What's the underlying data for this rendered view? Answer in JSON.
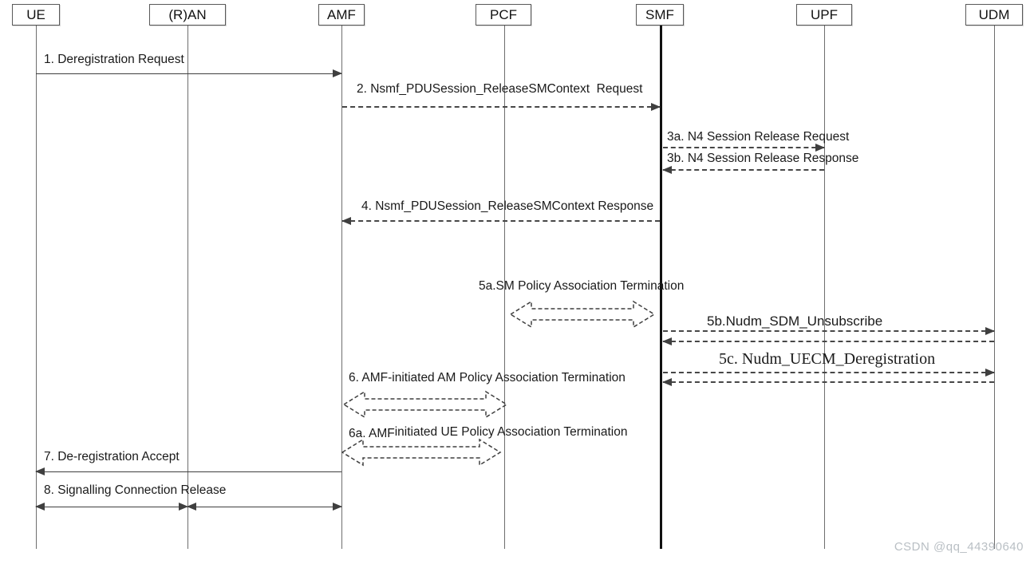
{
  "diagram": {
    "title_semantic": "5G UE-initiated Deregistration sequence diagram",
    "actors": [
      {
        "id": "ue",
        "label": "UE"
      },
      {
        "id": "ran",
        "label": "(R)AN"
      },
      {
        "id": "amf",
        "label": "AMF"
      },
      {
        "id": "pcf",
        "label": "PCF"
      },
      {
        "id": "smf",
        "label": "SMF"
      },
      {
        "id": "upf",
        "label": "UPF"
      },
      {
        "id": "udm",
        "label": "UDM"
      }
    ],
    "messages": {
      "m1": {
        "label": "1. Deregistration Request",
        "from": "UE",
        "to": "AMF",
        "style": "solid"
      },
      "m2": {
        "label": "2. Nsmf_PDUSession_ReleaseSMContext  Request",
        "from": "AMF",
        "to": "SMF",
        "style": "dashed"
      },
      "m3a": {
        "label": "3a. N4 Session Release Request",
        "from": "SMF",
        "to": "UPF",
        "style": "dashed"
      },
      "m3b": {
        "label": "3b. N4 Session Release Response",
        "from": "UPF",
        "to": "SMF",
        "style": "dashed"
      },
      "m4": {
        "label": "4. Nsmf_PDUSession_ReleaseSMContext Response",
        "from": "SMF",
        "to": "AMF",
        "style": "dashed"
      },
      "m5a": {
        "label": "5a.SM Policy Association Termination",
        "from": "PCF",
        "to": "SMF",
        "style": "block-double-arrow"
      },
      "m5b": {
        "label": "5b.Nudm_SDM_Unsubscribe",
        "from": "SMF",
        "to": "UDM",
        "style": "dashed-roundtrip"
      },
      "m5c": {
        "label": "5c. Nudm_UECM_Deregistration",
        "from": "SMF",
        "to": "UDM",
        "style": "dashed-roundtrip"
      },
      "m6": {
        "label": "6. AMF-initiated AM Policy Association Termination",
        "from": "AMF",
        "to": "PCF",
        "style": "block-double-arrow"
      },
      "m6a": {
        "label_prefix": "6a. AMF",
        "label_rest": "initiated UE Policy Association Termination",
        "from": "AMF",
        "to": "PCF",
        "style": "block-double-arrow"
      },
      "m7": {
        "label": "7. De-registration Accept",
        "from": "AMF",
        "to": "UE",
        "style": "solid"
      },
      "m8": {
        "label": "8. Signalling Connection Release",
        "from": "UE",
        "to": "AMF",
        "style": "solid-bidirectional-segments"
      }
    },
    "watermark": "CSDN @qq_44390640",
    "colors": {
      "lifeline": "#6e6e6e",
      "smf_lifeline": "#111111",
      "arrow": "#3f3f3f",
      "actor_border": "#595959",
      "watermark": "#b9bfc4",
      "background": "#ffffff"
    }
  }
}
